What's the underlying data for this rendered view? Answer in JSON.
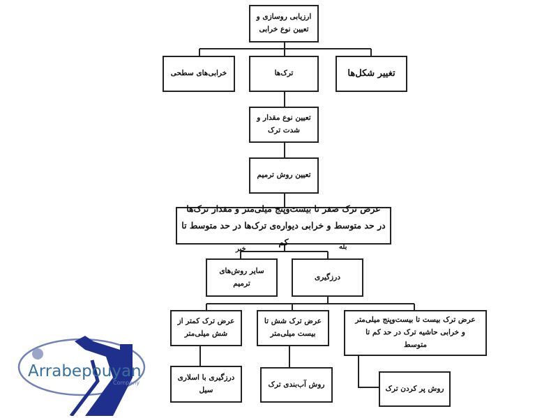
{
  "diagram": {
    "root": "ارزیابی روسازی و تعیین نوع خرابی",
    "level1": [
      "خرابی‌های سطحی",
      "ترک‌ها",
      "تغییر شکل‌ها"
    ],
    "determine_crack": "تعیین نوع مقدار و شدت ترک",
    "determine_method": "تعیین روش ترمیم",
    "condition": "عرض ترک صفر تا بیست‌وپنج میلی‌متر و مقدار ترک‌ها در حد متوسط و خرابی دیواره‌ی ترک‌ها در حد متوسط تا کم",
    "no_label": "خیر",
    "yes_label": "بله",
    "no_branch": "سایر روش‌های ترمیم",
    "yes_branch": "درزگیری",
    "widths": [
      "عرض ترک کمتر از شش میلی‌متر",
      "عرض ترک شش تا بیست میلی‌متر",
      "عرض ترک بیست تا بیست‌وپنج میلی‌متر و خرابی حاشیه ترک در حد کم تا متوسط"
    ],
    "methods": [
      "درزگیری با اسلاری سیل",
      "روش آب‌بندی ترک",
      "روش پر کردن ترک"
    ]
  },
  "logo": {
    "name": "Arrabepouyan",
    "sub": "Company",
    "color": "#1f2f8c"
  }
}
